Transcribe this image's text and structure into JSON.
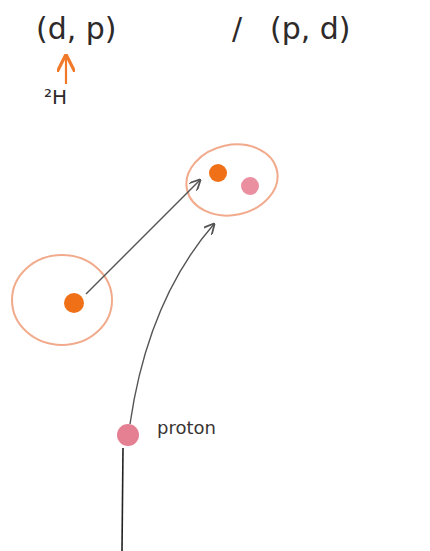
{
  "diagram": {
    "nodes": [
      {
        "text": [
          "proton"
        ]
      }
    ],
    "labels": [
      "(d, p)",
      "/",
      "(p, d)",
      "²H"
    ]
  }
}
